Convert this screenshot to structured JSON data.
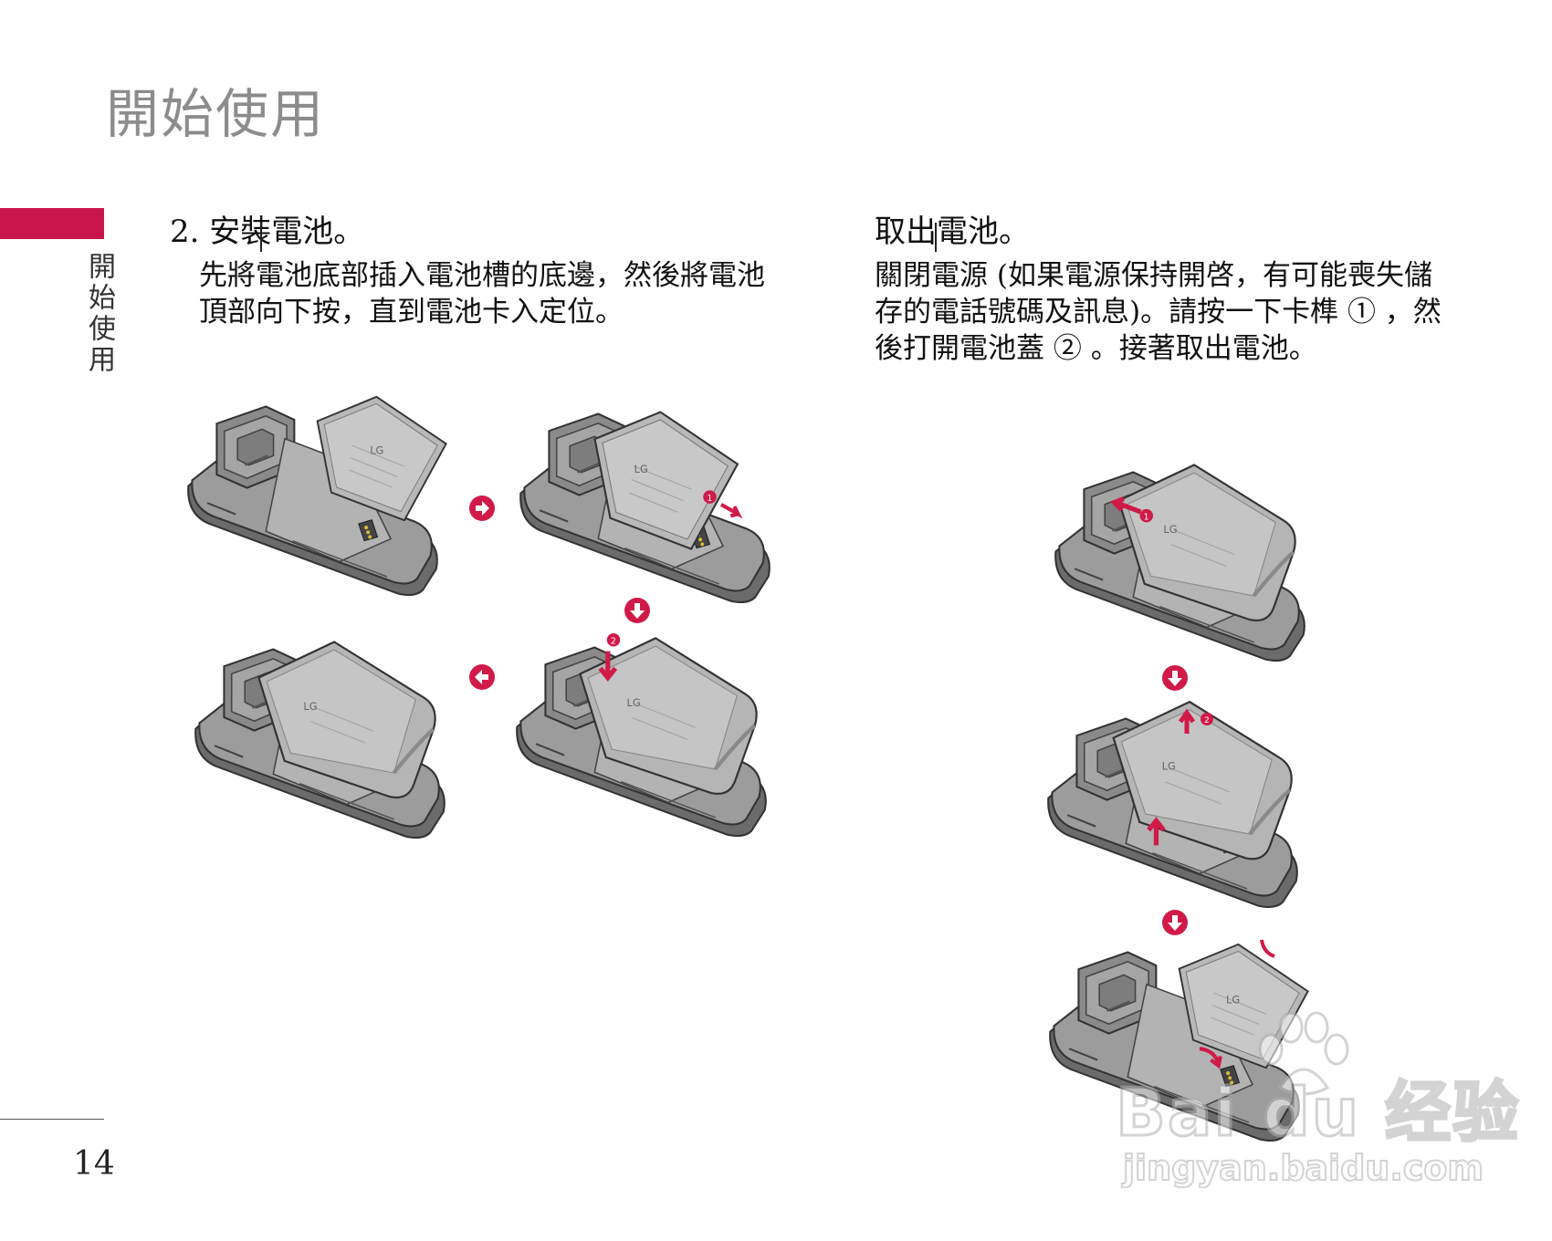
{
  "page": {
    "title": "開始使用",
    "side_label": "開始使用",
    "page_number": "14"
  },
  "install": {
    "heading": "2. 安裝電池。",
    "lines": [
      "先將電池底部插入電池槽的底邊，然後將電池",
      "頂部向下按，直到電池卡入定位。"
    ]
  },
  "remove": {
    "heading": "取出電池。",
    "lines": [
      "關閉電源 (如果電源保持開啓，有可能喪失儲",
      "存的電話號碼及訊息)。請按一下卡榫 ① ，然",
      "後打開電池蓋 ② 。接著取出電池。"
    ]
  },
  "figure": {
    "battery_logo": "LG",
    "step_marks": [
      "1",
      "2"
    ]
  },
  "watermark": {
    "brand": "Bai du 经验",
    "url": "jingyan.baidu.com"
  },
  "colors": {
    "accent": "#c8164b",
    "arrow": "#d01a48",
    "title_gray": "#8c8c8c"
  }
}
